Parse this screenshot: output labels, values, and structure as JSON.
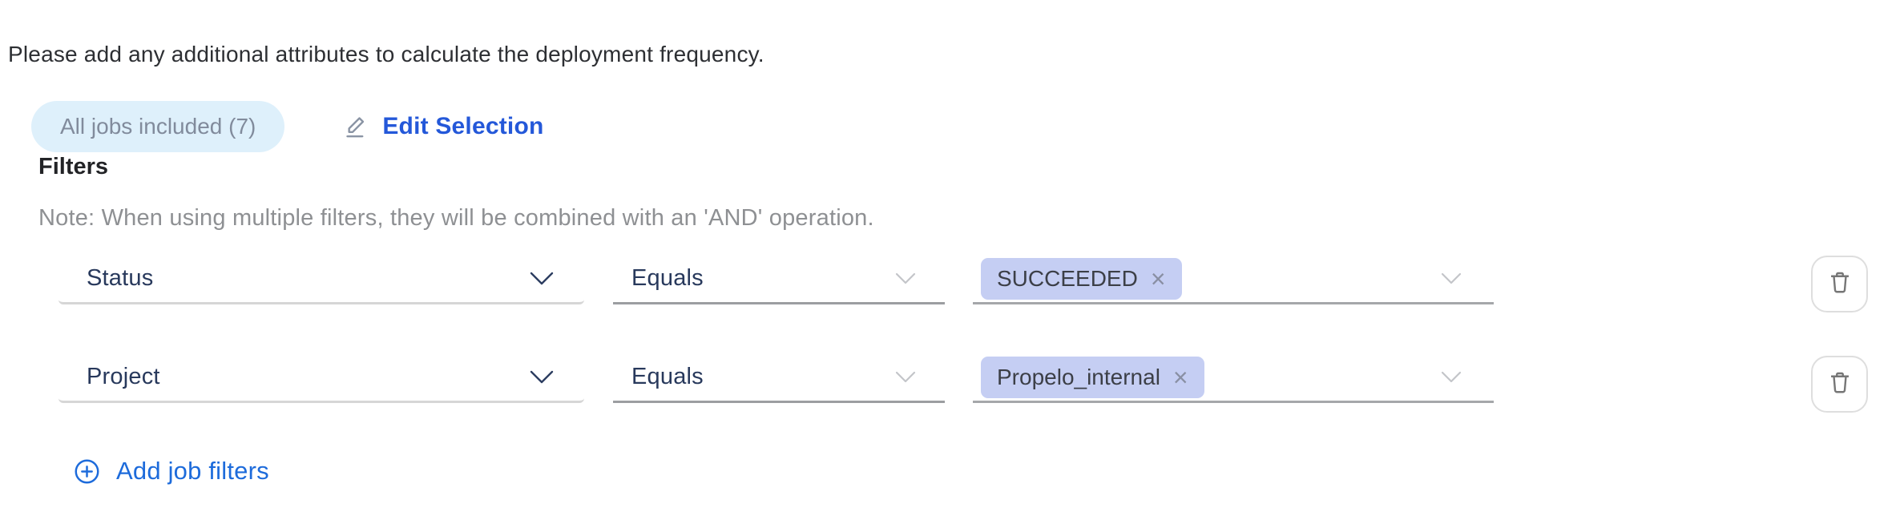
{
  "intro": "Please add any additional attributes to calculate the deployment frequency.",
  "selection": {
    "badge_label": "All jobs included (7)",
    "edit_label": "Edit Selection"
  },
  "filters": {
    "heading": "Filters",
    "note": "Note: When using multiple filters, they will be combined with an 'AND' operation.",
    "rows": [
      {
        "attribute": "Status",
        "operator": "Equals",
        "values": [
          "SUCCEEDED"
        ]
      },
      {
        "attribute": "Project",
        "operator": "Equals",
        "values": [
          "Propelo_internal"
        ]
      }
    ],
    "add_label": "Add job filters"
  },
  "icons": {
    "remove_glyph": "×"
  },
  "colors": {
    "badge_bg": "#def0fb",
    "badge_text": "#818b9c",
    "edit_link_blue": "#2458d9",
    "add_link_blue": "#1d6bdb",
    "select_text_navy": "#28395c",
    "tag_bg": "#c5cef3",
    "tag_text": "#3c3f47",
    "note_gray": "#8e9093",
    "trash_icon_gray": "#767676"
  }
}
